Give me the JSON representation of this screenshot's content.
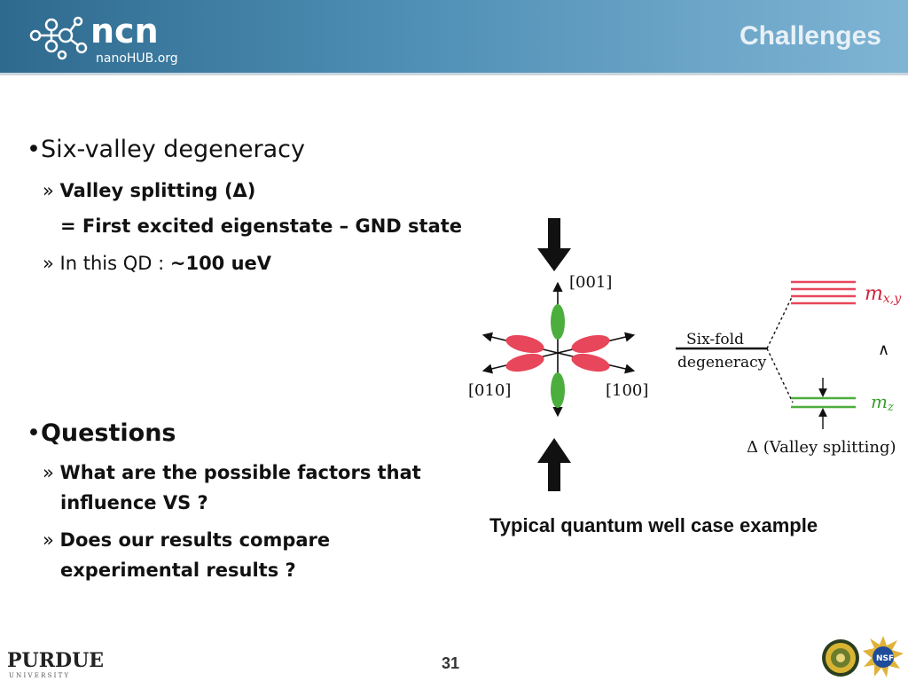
{
  "header": {
    "logo_text": "ncn",
    "logo_sub": "nanoHUB.org",
    "title": "Challenges"
  },
  "bullets": [
    {
      "text": "Six-valley degeneracy",
      "subs": [
        {
          "marker": "»",
          "text": "Valley splitting (Δ)"
        },
        {
          "marker": "",
          "text": "= First excited eigenstate – GND state"
        },
        {
          "marker": "»",
          "prefix": "In this QD : ",
          "emph": "~100 ueV"
        }
      ]
    },
    {
      "text": "Questions",
      "subs": [
        {
          "marker": "»",
          "line1": "What are the possible factors that",
          "line2": "influence VS ?"
        },
        {
          "marker": "»",
          "line1": "Does our results compare",
          "line2": "experimental results ?"
        }
      ]
    }
  ],
  "diagram": {
    "dir_001": "[001]",
    "dir_010": "[010]",
    "dir_100": "[100]",
    "sixfold_line1": "Six-fold",
    "sixfold_line2": "degeneracy",
    "mxy_label": "m",
    "mxy_sub": "x,y",
    "mz_label": "m",
    "mz_sub": "z",
    "wedge": "∧",
    "delta_label": "Δ (Valley splitting)",
    "colors": {
      "red": "#e8465a",
      "green": "#4cae3d"
    }
  },
  "caption": "Typical quantum well case example",
  "footer": {
    "purdue": "PURDUE",
    "university": "U N I V E R S I T Y",
    "page": "31",
    "nsf_label": "NSF"
  }
}
